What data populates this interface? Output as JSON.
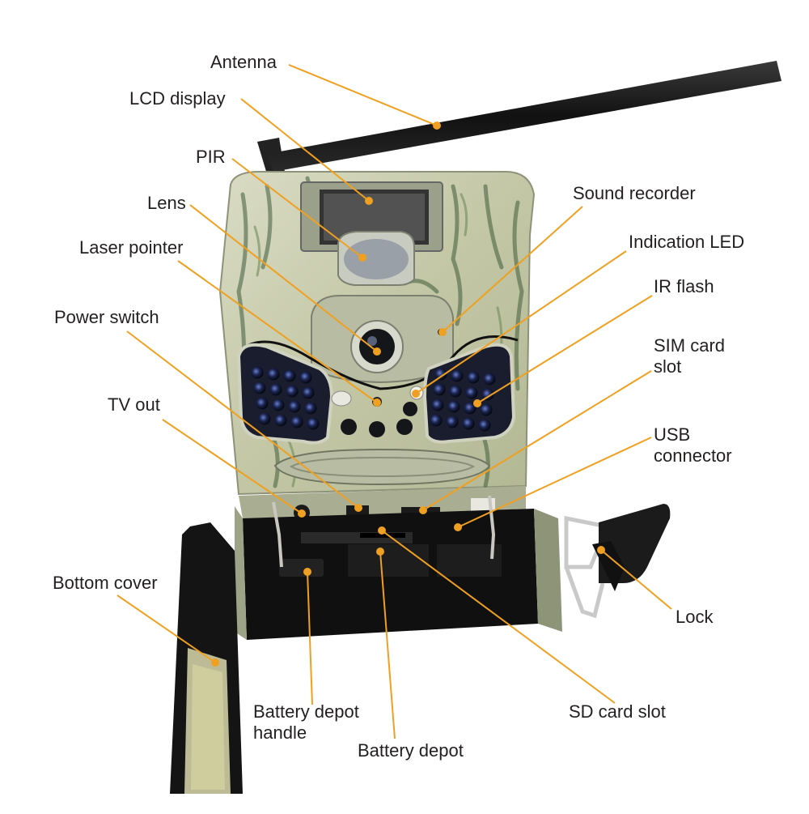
{
  "colors": {
    "leader": "#f0a020",
    "label_text": "#231f20",
    "camo_base": "#c9cbb0",
    "camo_dark": "#3f5a3a",
    "antenna": "#1c1c1c"
  },
  "callouts": [
    {
      "id": "antenna",
      "text": "Antenna",
      "line2": ""
    },
    {
      "id": "lcd-display",
      "text": "LCD display",
      "line2": ""
    },
    {
      "id": "pir",
      "text": "PIR",
      "line2": ""
    },
    {
      "id": "lens",
      "text": "Lens",
      "line2": ""
    },
    {
      "id": "laser-pointer",
      "text": "Laser pointer",
      "line2": ""
    },
    {
      "id": "power-switch",
      "text": "Power switch",
      "line2": ""
    },
    {
      "id": "tv-out",
      "text": "TV out",
      "line2": ""
    },
    {
      "id": "bottom-cover",
      "text": "Bottom cover",
      "line2": ""
    },
    {
      "id": "sound-recorder",
      "text": "Sound recorder",
      "line2": ""
    },
    {
      "id": "indication-led",
      "text": "Indication LED",
      "line2": ""
    },
    {
      "id": "ir-flash",
      "text": "IR flash",
      "line2": ""
    },
    {
      "id": "sim-card-slot",
      "text": "SIM card",
      "line2": "slot"
    },
    {
      "id": "usb-connector",
      "text": "USB",
      "line2": "connector"
    },
    {
      "id": "lock",
      "text": "Lock",
      "line2": ""
    },
    {
      "id": "sd-card-slot",
      "text": "SD card slot",
      "line2": ""
    },
    {
      "id": "battery-depot-handle",
      "text": "Battery depot",
      "line2": "handle"
    },
    {
      "id": "battery-depot",
      "text": "Battery depot",
      "line2": ""
    }
  ]
}
